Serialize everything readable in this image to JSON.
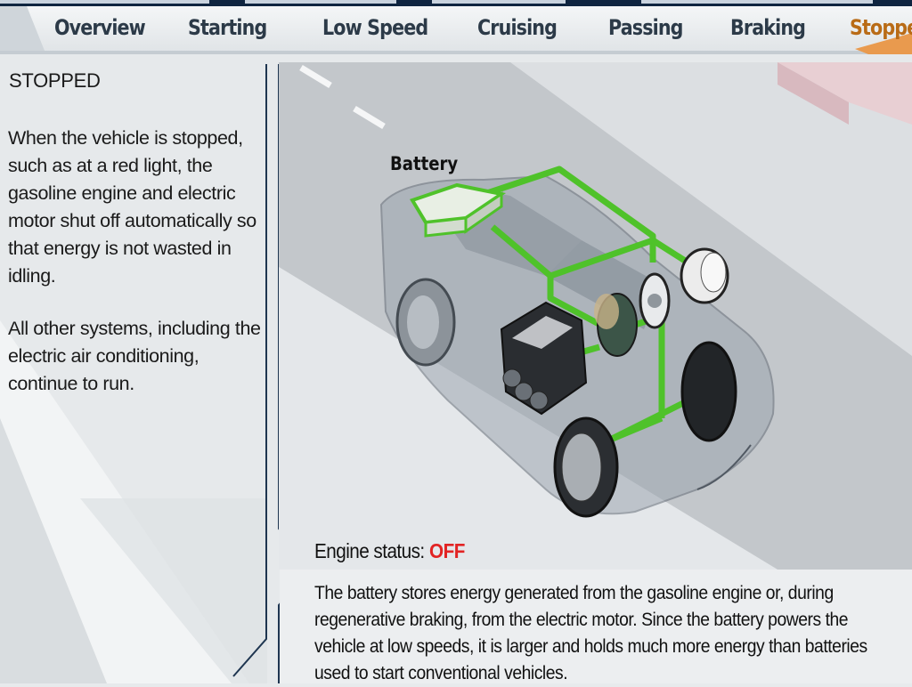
{
  "nav": {
    "tabs": [
      {
        "label": "Overview"
      },
      {
        "label": "Starting"
      },
      {
        "label": "Low Speed"
      },
      {
        "label": "Cruising"
      },
      {
        "label": "Passing"
      },
      {
        "label": "Braking"
      },
      {
        "label": "Stopped",
        "active": true
      }
    ]
  },
  "left_panel": {
    "title": "STOPPED",
    "paragraphs": [
      "When the vehicle is stopped, such as at a red light, the gasoline engine and electric motor shut off automatically so that energy is not wasted in idling.",
      "All other systems, including the electric air conditioning, continue to run."
    ]
  },
  "illustration": {
    "highlight_label": "Battery",
    "engine_status": {
      "label": "Engine status:",
      "value": "OFF"
    }
  },
  "caption": "The battery stores energy generated from the gasoline engine or, during regenerative braking, from the electric motor. Since the battery powers the vehicle at low speeds, it is larger and holds much more energy than batteries used to start conventional vehicles.",
  "colors": {
    "active_tab": "#b96b16",
    "tab_text": "#2c3a48",
    "power_flow": "#4fc22a",
    "status_off": "#e22323",
    "frame": "#1e3550"
  }
}
